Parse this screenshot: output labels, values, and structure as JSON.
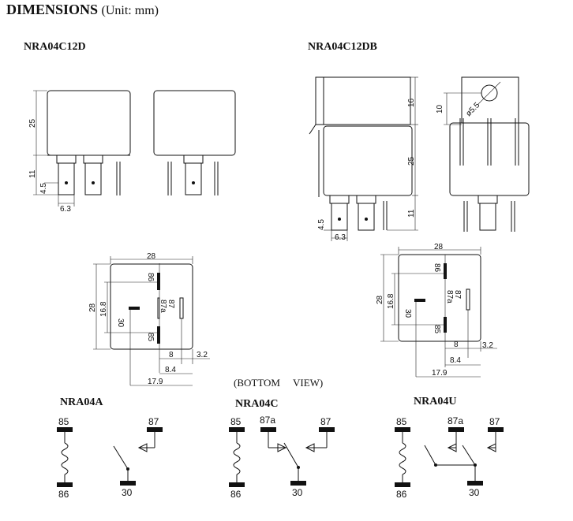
{
  "header": {
    "title": "DIMENSIONS",
    "unit": "(Unit: mm)"
  },
  "models": {
    "top_left": "NRA04C12D",
    "top_right": "NRA04C12DB"
  },
  "dims_side_left": {
    "height_body": "25",
    "pin_len": "11",
    "pin_off": "4.5",
    "pin_width": "6.3"
  },
  "dims_side_right": {
    "bracket_h": "16",
    "body_h": "25",
    "pin_len": "11",
    "pin_off": "4.5",
    "pin_width": "6.3",
    "hole_off": "10",
    "hole_dia": "ø5.5"
  },
  "bottom_left": {
    "width": "28",
    "height": "28",
    "inner_h": "16.8",
    "pin30": "30",
    "pin86": "86",
    "pin87a": "87a",
    "pin87": "87",
    "pin85": "85",
    "d8": "8",
    "d3_2": "3.2",
    "d8_4": "8.4",
    "d17_9": "17.9"
  },
  "bottom_right": {
    "width": "28",
    "height": "28",
    "inner_h": "16.8",
    "pin30": "30",
    "pin86": "86",
    "pin87a": "87a",
    "pin87": "87",
    "pin85": "85",
    "d8": "8",
    "d3_2": "3.2",
    "d8_4": "8.4",
    "d17_9": "17.9"
  },
  "bottom_view_label": "(BOTTOM     VIEW)",
  "schematics": {
    "a": {
      "title": "NRA04A",
      "p85": "85",
      "p86": "86",
      "p87": "87",
      "p30": "30"
    },
    "c": {
      "title": "NRA04C",
      "p85": "85",
      "p86": "86",
      "p87a": "87a",
      "p87": "87",
      "p30": "30"
    },
    "u": {
      "title": "NRA04U",
      "p85": "85",
      "p86": "86",
      "p87a": "87a",
      "p87": "87",
      "p30": "30"
    }
  }
}
